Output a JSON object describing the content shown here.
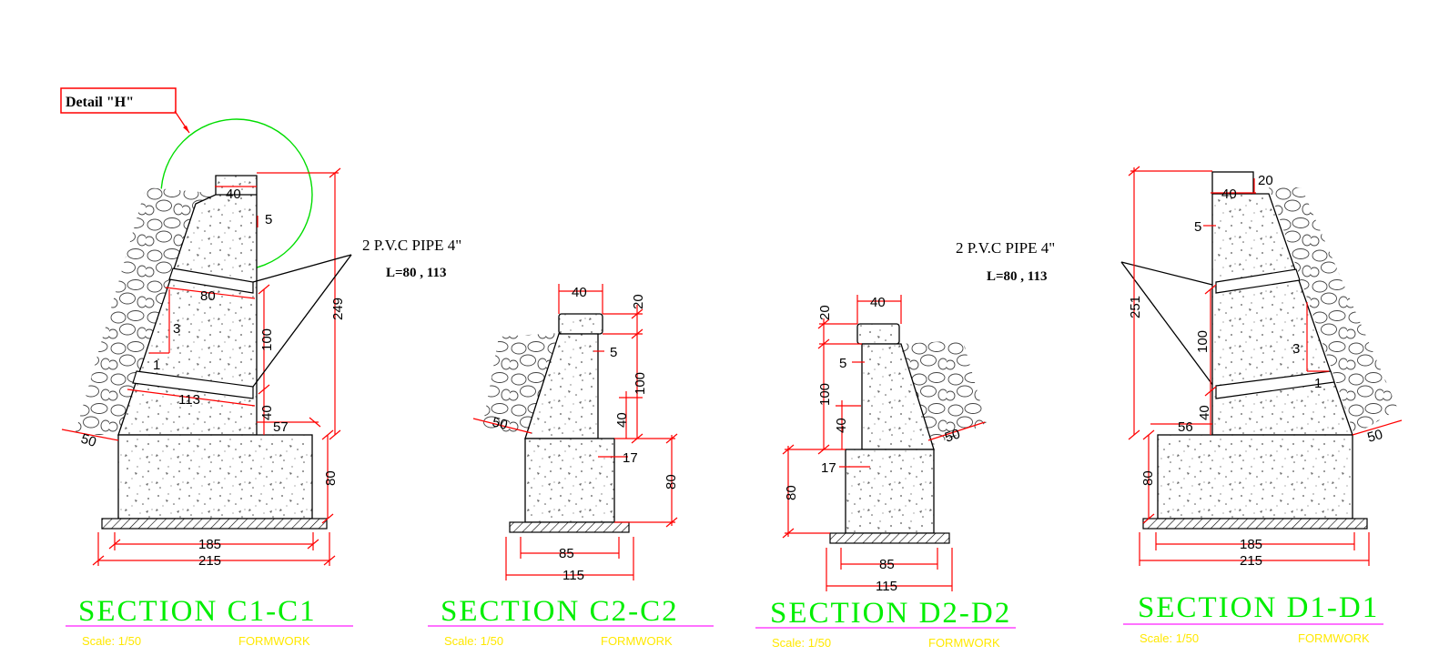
{
  "detail": {
    "label": "Detail \"H\""
  },
  "pipe_note_left": {
    "line1": "2 P.V.C PIPE 4\"",
    "line2": "L=80 , 113"
  },
  "pipe_note_right": {
    "line1": "2 P.V.C PIPE 4\"",
    "line2": "L=80 , 113"
  },
  "sections": [
    {
      "title": "SECTION C1-C1",
      "scale": "Scale: 1/50",
      "kind": "FORMWORK",
      "dims": {
        "top": "40",
        "batter": "5",
        "pipe_top": "80",
        "slope": "3",
        "slope_run": "1",
        "pipe_low": "113",
        "pipe_spacing": "100",
        "height": "249",
        "toe_h": "40",
        "toe_w": "57",
        "cover": "50",
        "footing_h": "80",
        "inner_w": "185",
        "outer_w": "215"
      }
    },
    {
      "title": "SECTION C2-C2",
      "scale": "Scale: 1/50",
      "kind": "FORMWORK",
      "dims": {
        "top": "40",
        "cap": "20",
        "batter": "5",
        "stem": "100",
        "toe_h": "40",
        "toe_w": "17",
        "cover": "50",
        "footing_h": "80",
        "inner_w": "85",
        "outer_w": "115"
      }
    },
    {
      "title": "SECTION D2-D2",
      "scale": "Scale: 1/50",
      "kind": "FORMWORK",
      "dims": {
        "top": "40",
        "cap": "20",
        "batter": "5",
        "stem": "100",
        "toe_h": "40",
        "toe_w": "17",
        "cover": "50",
        "footing_h": "80",
        "inner_w": "85",
        "outer_w": "115"
      }
    },
    {
      "title": "SECTION D1-D1",
      "scale": "Scale: 1/50",
      "kind": "FORMWORK",
      "dims": {
        "top": "40",
        "cap": "20",
        "batter": "5",
        "pipe_spacing": "100",
        "slope": "3",
        "slope_run": "1",
        "height": "251",
        "toe_h": "40",
        "toe_w": "56",
        "cover": "50",
        "footing_h": "80",
        "inner_w": "185",
        "outer_w": "215"
      }
    }
  ]
}
